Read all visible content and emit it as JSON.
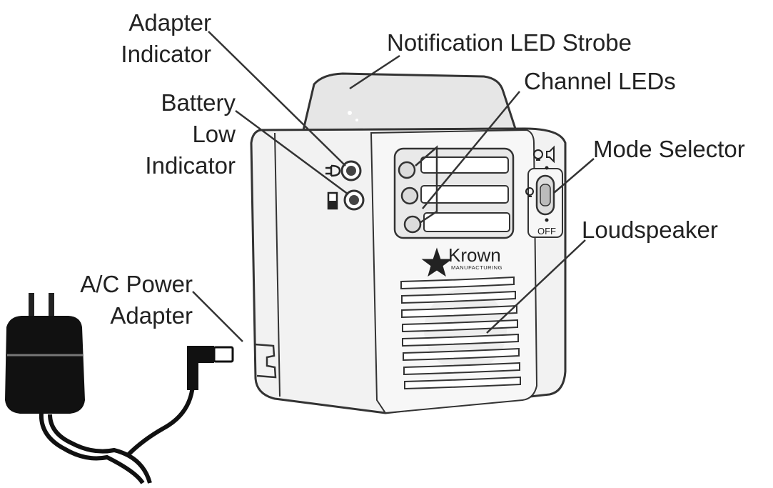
{
  "labels": {
    "adapter_indicator": [
      "Adapter",
      "Indicator"
    ],
    "battery_low_indicator": [
      "Battery",
      "Low",
      "Indicator"
    ],
    "notification_strobe": "Notification LED Strobe",
    "channel_leds": "Channel LEDs",
    "mode_selector": "Mode Selector",
    "loudspeaker": "Loudspeaker",
    "ac_power_adapter": [
      "A/C Power",
      "Adapter"
    ]
  },
  "device": {
    "brand": "Krown",
    "brand_sub": "MANUFACTURING",
    "switch_off_label": "OFF"
  },
  "colors": {
    "ink": "#222222",
    "line": "#333333",
    "body_fill": "#f2f2f2",
    "dome_fill": "#e6e6e6",
    "adapter_fill": "#111111"
  }
}
